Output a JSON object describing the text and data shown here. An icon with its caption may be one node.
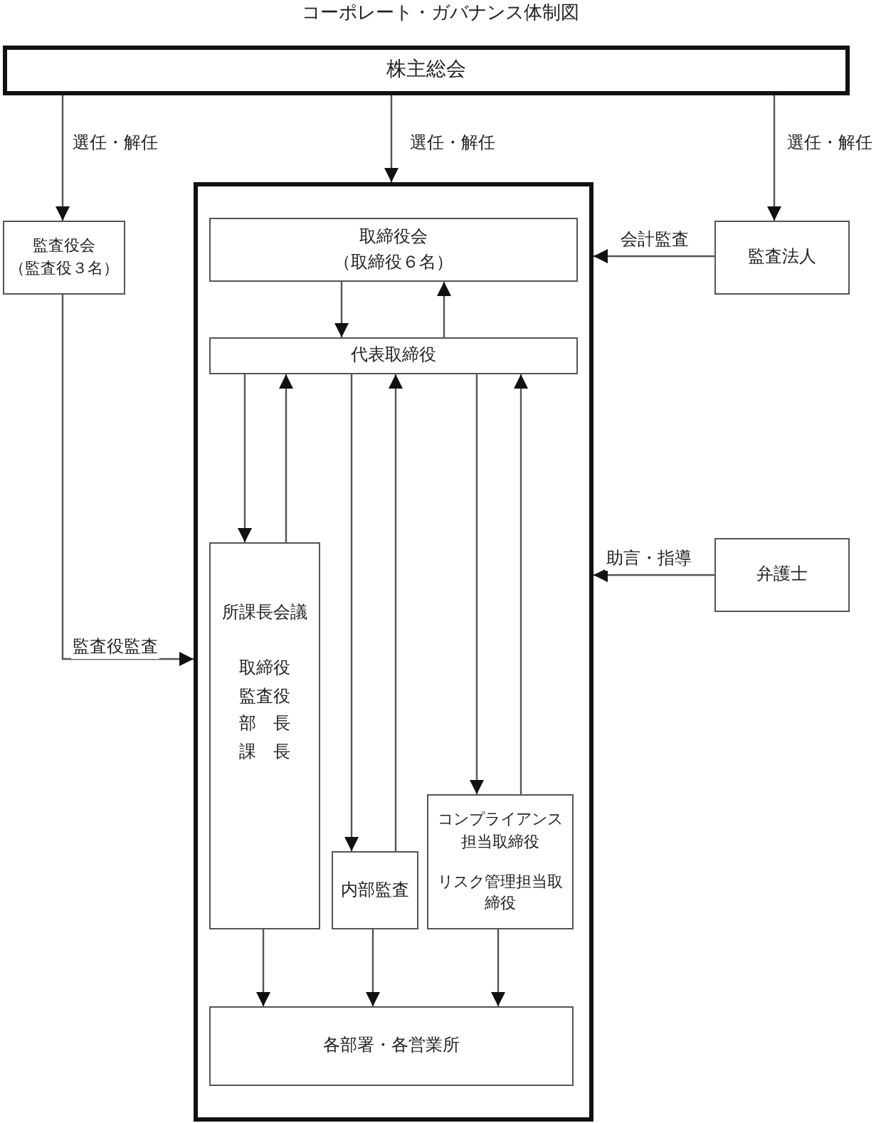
{
  "diagram": {
    "title": "コーポレート・ガバナンス体制図",
    "nodes": [
      {
        "text": [
          "株主総会"
        ]
      },
      {
        "text": [
          "監査役会",
          "（監査役３名）"
        ]
      },
      {
        "text": [],
        "shape": "box"
      },
      {
        "text": [
          "取締役会",
          "（取締役６名）"
        ],
        "in": 2
      },
      {
        "text": [
          "代表取締役"
        ],
        "in": 2
      },
      {
        "text": [
          "所課長会議",
          "取締役",
          "監査役",
          "部　長",
          "課　長"
        ],
        "in": 2
      },
      {
        "text": [
          "内部監査"
        ],
        "in": 2
      },
      {
        "text": [
          "コンプライアンス担当取締役",
          "リスク管理担当取締役"
        ],
        "in": 2
      },
      {
        "text": [
          "各部署・各営業所"
        ],
        "in": 2
      },
      {
        "text": [
          "監査法人"
        ]
      },
      {
        "text": [
          "弁護士"
        ]
      }
    ],
    "edges": [
      {
        "from": 0,
        "to": 1,
        "arrow": "to",
        "label": "選任・解任"
      },
      {
        "from": 0,
        "to": 2,
        "arrow": "to",
        "label": "選任・解任"
      },
      {
        "from": 0,
        "to": 9,
        "arrow": "to",
        "label": "選任・解任"
      },
      {
        "from": 9,
        "to": 2,
        "arrow": "to",
        "label": "会計監査"
      },
      {
        "from": 10,
        "to": 2,
        "arrow": "to",
        "label": "助言・指導"
      },
      {
        "from": 1,
        "to": 2,
        "arrow": "to",
        "label": "監査役監査"
      },
      {
        "from": 3,
        "to": 4,
        "arrow": "to"
      },
      {
        "from": 4,
        "to": 3,
        "arrow": "to"
      },
      {
        "from": 4,
        "to": 5,
        "arrow": "to"
      },
      {
        "from": 5,
        "to": 4,
        "arrow": "to"
      },
      {
        "from": 4,
        "to": 6,
        "arrow": "to"
      },
      {
        "from": 6,
        "to": 4,
        "arrow": "to"
      },
      {
        "from": 4,
        "to": 7,
        "arrow": "to"
      },
      {
        "from": 7,
        "to": 4,
        "arrow": "to"
      },
      {
        "from": 5,
        "to": 8,
        "arrow": "to"
      },
      {
        "from": 6,
        "to": 8,
        "arrow": "to"
      },
      {
        "from": 7,
        "to": 8,
        "arrow": "to"
      }
    ]
  }
}
